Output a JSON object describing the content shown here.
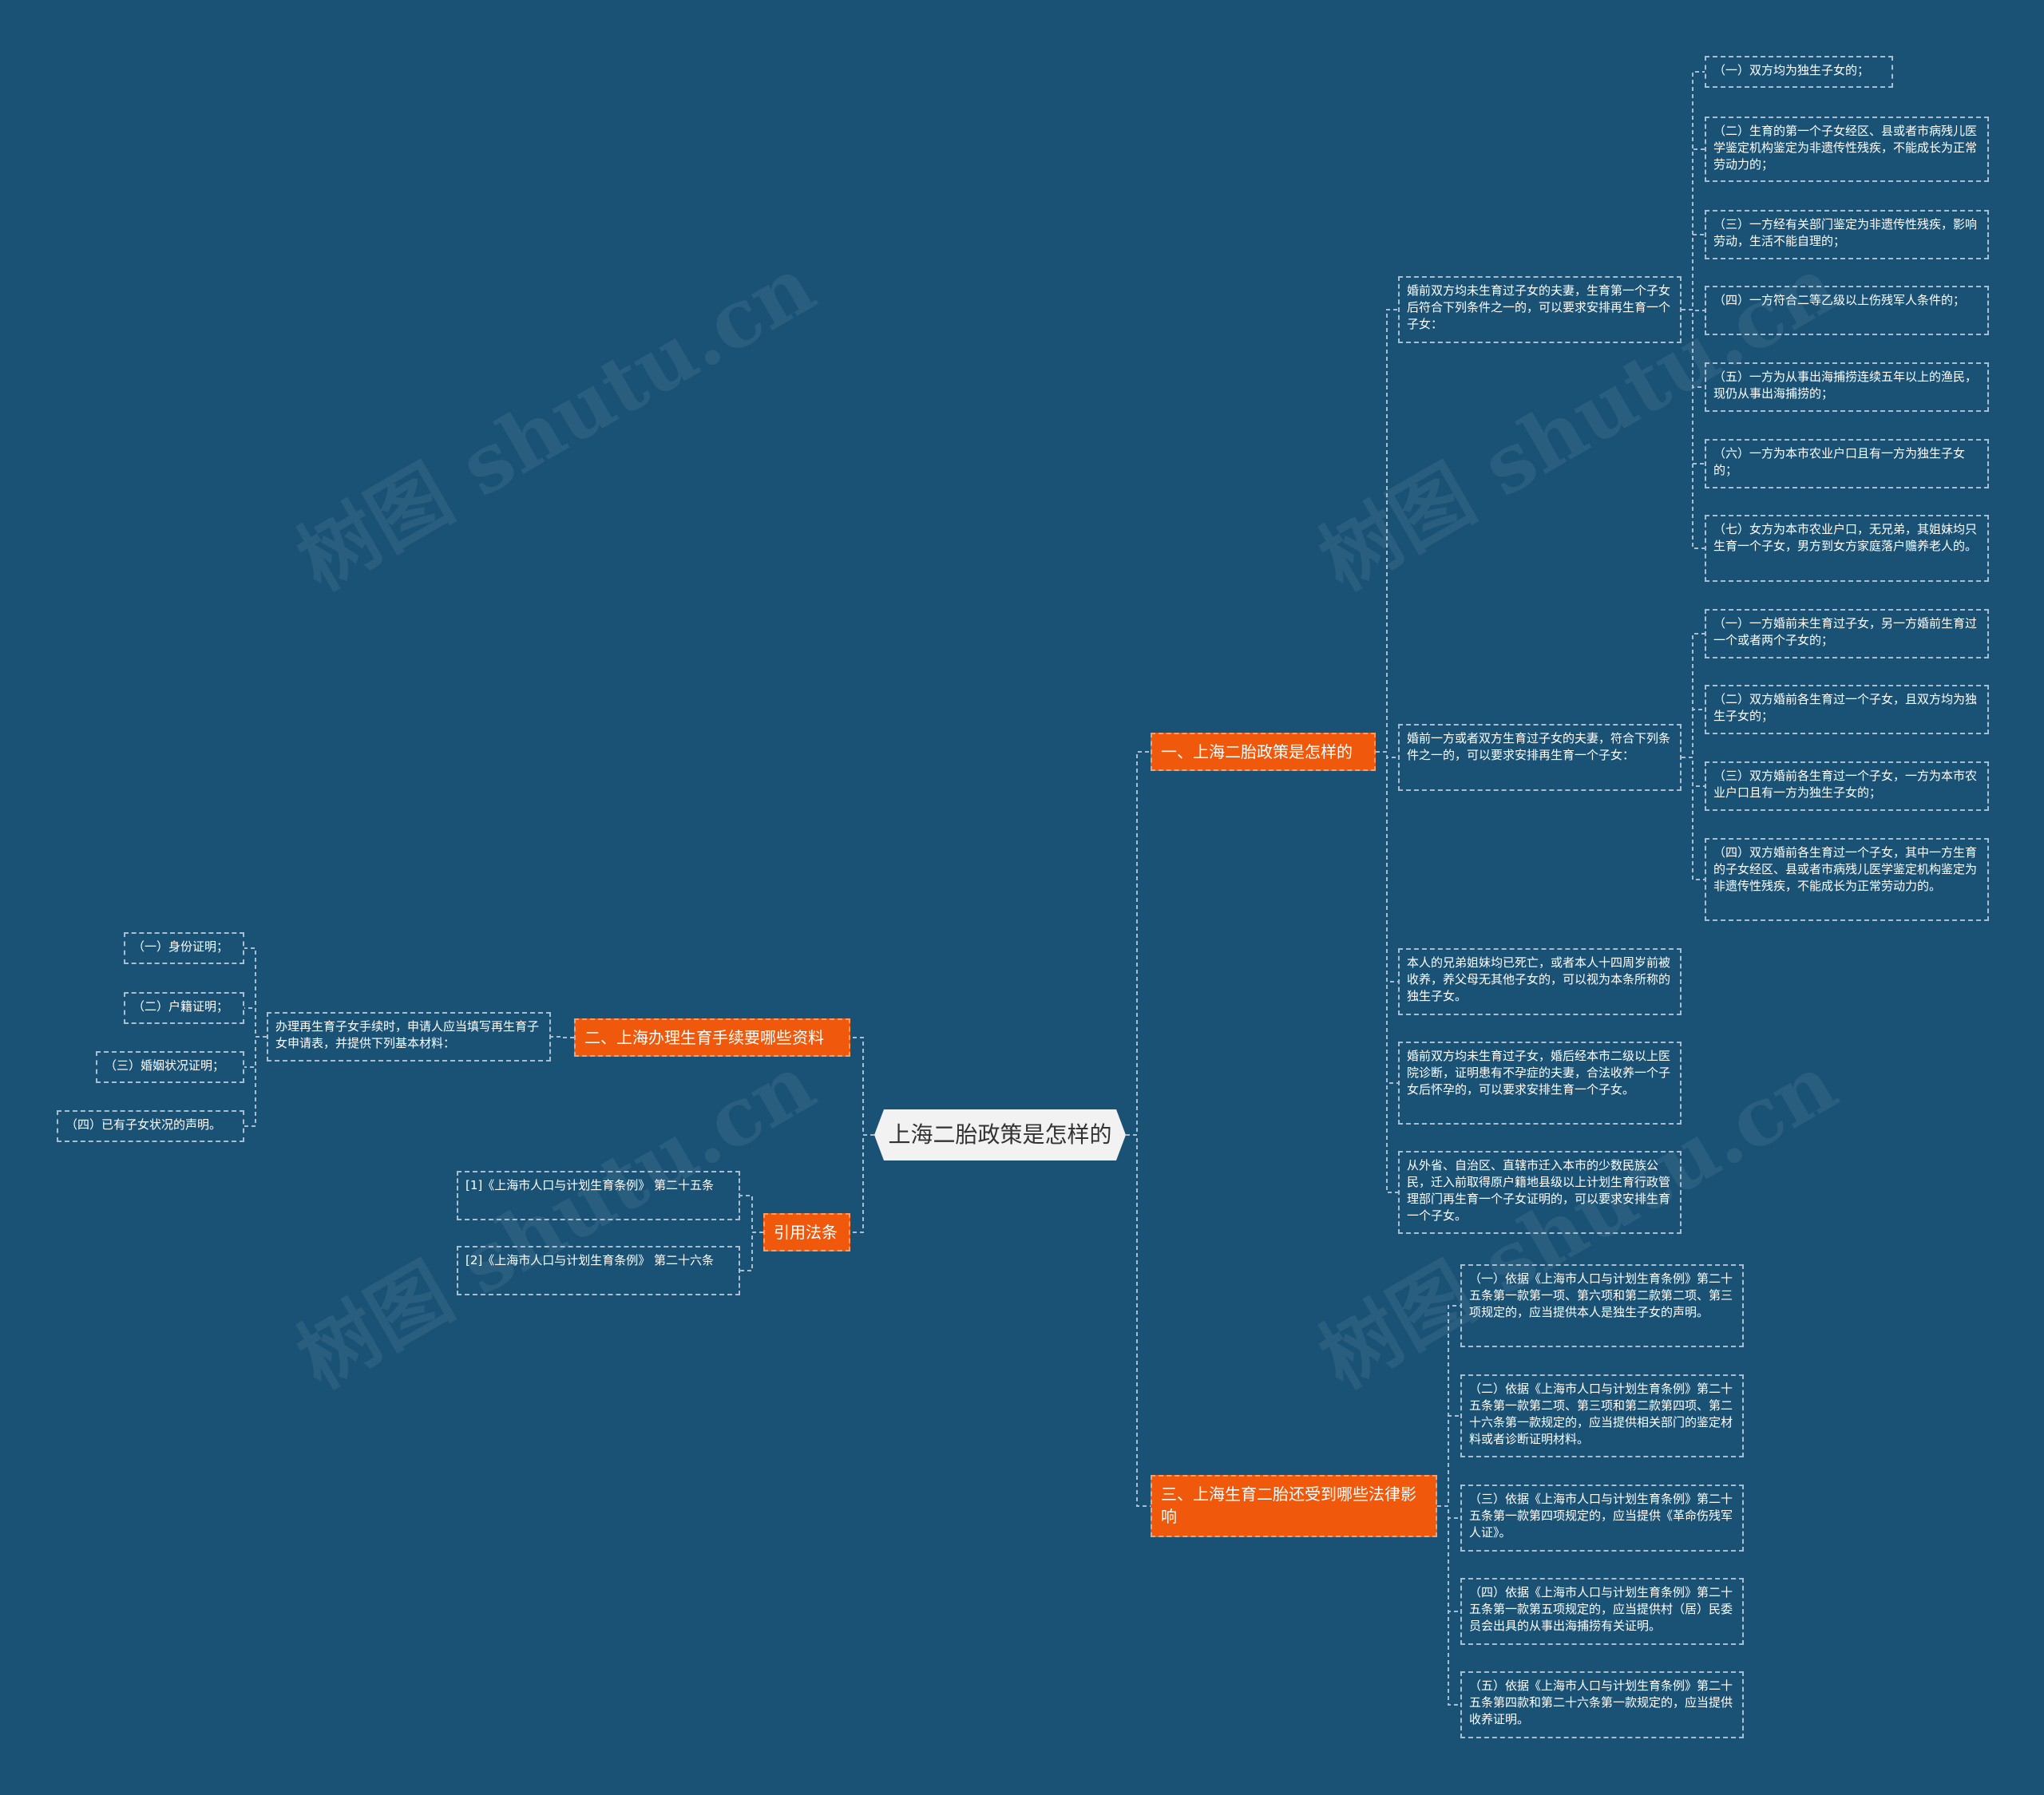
{
  "watermark": "树图 shutu.cn",
  "root": "上海二胎政策是怎样的",
  "b1": {
    "label": "一、上海二胎政策是怎样的",
    "c1": {
      "text": "婚前双方均未生育过子女的夫妻，生育第一个子女后符合下列条件之一的，可以要求安排再生育一个子女：",
      "items": [
        "（一）双方均为独生子女的；",
        "（二）生育的第一个子女经区、县或者市病残儿医学鉴定机构鉴定为非遗传性残疾，不能成长为正常劳动力的；",
        "（三）一方经有关部门鉴定为非遗传性残疾，影响劳动，生活不能自理的；",
        "（四）一方符合二等乙级以上伤残军人条件的；",
        "（五）一方为从事出海捕捞连续五年以上的渔民，现仍从事出海捕捞的；",
        "（六）一方为本市农业户口且有一方为独生子女的；",
        "（七）女方为本市农业户口，无兄弟，其姐妹均只生育一个子女，男方到女方家庭落户赡养老人的。"
      ]
    },
    "c2": {
      "text": "婚前一方或者双方生育过子女的夫妻，符合下列条件之一的，可以要求安排再生育一个子女：",
      "items": [
        "（一）一方婚前未生育过子女，另一方婚前生育过一个或者两个子女的；",
        "（二）双方婚前各生育过一个子女，且双方均为独生子女的；",
        "（三）双方婚前各生育过一个子女，一方为本市农业户口且有一方为独生子女的；",
        "（四）双方婚前各生育过一个子女，其中一方生育的子女经区、县或者市病残儿医学鉴定机构鉴定为非遗传性残疾，不能成长为正常劳动力的。"
      ]
    },
    "c3": "本人的兄弟姐妹均已死亡，或者本人十四周岁前被收养，养父母无其他子女的，可以视为本条所称的独生子女。",
    "c4": "婚前双方均未生育过子女，婚后经本市二级以上医院诊断，证明患有不孕症的夫妻，合法收养一个子女后怀孕的，可以要求安排生育一个子女。",
    "c5": "从外省、自治区、直辖市迁入本市的少数民族公民，迁入前取得原户籍地县级以上计划生育行政管理部门再生育一个子女证明的，可以要求安排生育一个子女。"
  },
  "b2": {
    "label": "二、上海办理生育手续要哪些资料",
    "mid": "办理再生育子女手续时，申请人应当填写再生育子女申请表，并提供下列基本材料：",
    "items": [
      "（一）身份证明；",
      "（二）户籍证明；",
      "（三）婚姻状况证明；",
      "（四）已有子女状况的声明。"
    ]
  },
  "b3": {
    "label": "引用法条",
    "items": [
      "[1]《上海市人口与计划生育条例》 第二十五条",
      "[2]《上海市人口与计划生育条例》 第二十六条"
    ]
  },
  "b4": {
    "label": "三、上海生育二胎还受到哪些法律影响",
    "items": [
      "（一）依据《上海市人口与计划生育条例》第二十五条第一款第一项、第六项和第二款第二项、第三项规定的，应当提供本人是独生子女的声明。",
      "（二）依据《上海市人口与计划生育条例》第二十五条第一款第二项、第三项和第二款第四项、第二十六条第一款规定的，应当提供相关部门的鉴定材料或者诊断证明材料。",
      "（三）依据《上海市人口与计划生育条例》第二十五条第一款第四项规定的，应当提供《革命伤残军人证》。",
      "（四）依据《上海市人口与计划生育条例》第二十五条第一款第五项规定的，应当提供村（居）民委员会出具的从事出海捕捞有关证明。",
      "（五）依据《上海市人口与计划生育条例》第二十五条第四款和第二十六条第一款规定的，应当提供收养证明。"
    ]
  }
}
